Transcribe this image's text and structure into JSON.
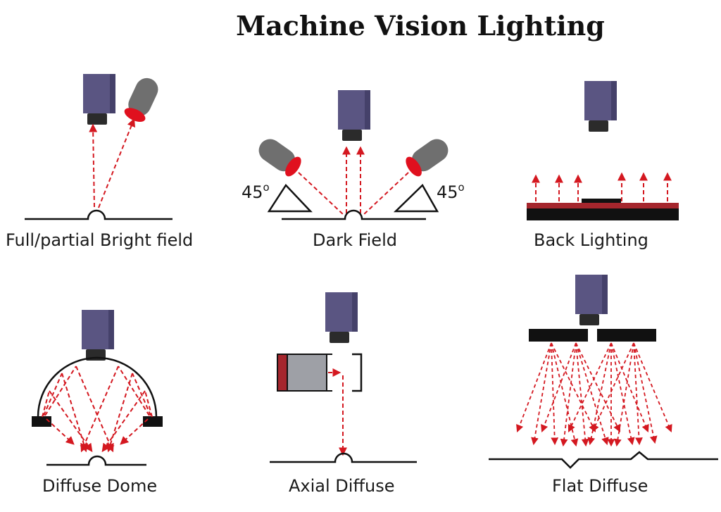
{
  "title": "Machine Vision Lighting",
  "panels": [
    {
      "label": "Full/partial Bright field"
    },
    {
      "label": "Dark Field",
      "angle_left": "45",
      "angle_right": "45",
      "angle_unit": "o"
    },
    {
      "label": "Back Lighting"
    },
    {
      "label": "Diffuse Dome"
    },
    {
      "label": "Axial Diffuse"
    },
    {
      "label": "Flat Diffuse"
    }
  ],
  "colors": {
    "camera": "#5a5582",
    "camera_lens": "#2b2b2b",
    "light_body": "#6f6f6f",
    "light_emitter": "#e0101e",
    "ray": "#d41820",
    "backlight": "#a5262d",
    "surface": "#111111",
    "splitter": "#9ea0a6"
  }
}
